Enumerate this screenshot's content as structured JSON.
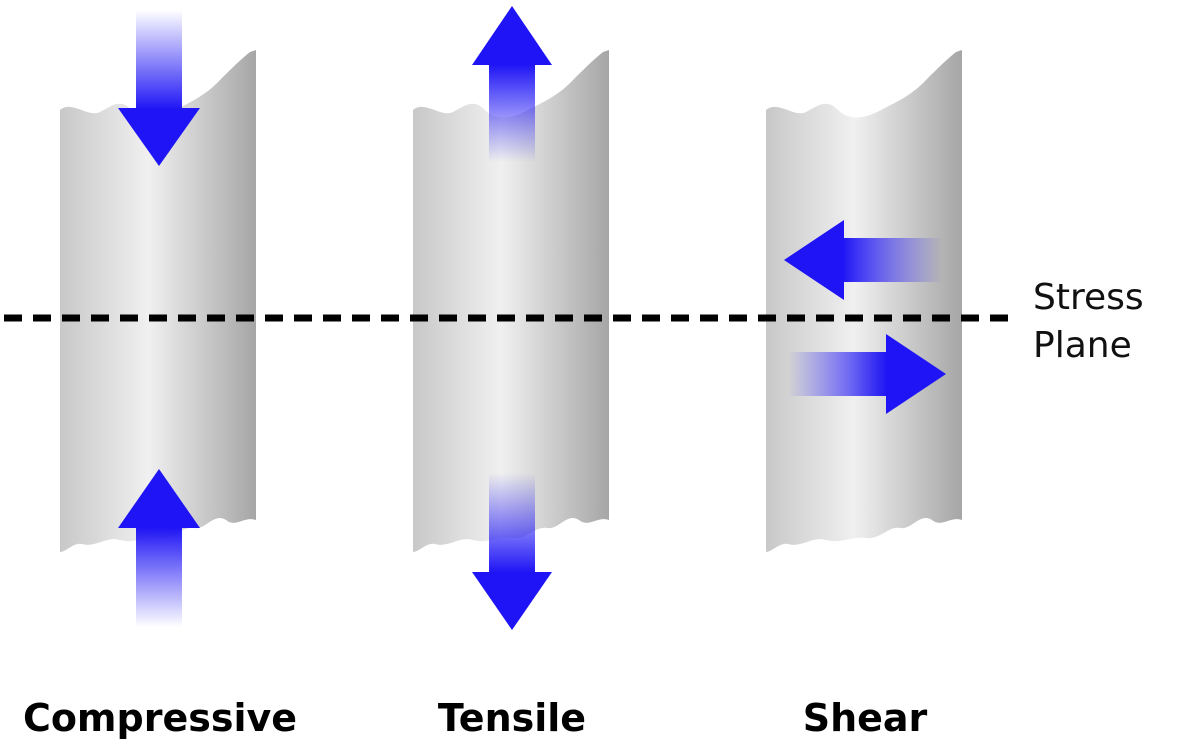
{
  "stress_plane_label": {
    "line1": "Stress",
    "line2": "Plane"
  },
  "captions": {
    "compressive": "Compressive",
    "tensile": "Tensile",
    "shear": "Shear"
  },
  "colors": {
    "arrow": "#1e14f5",
    "cylinder_light": "#f0f0f0",
    "cylinder_dark": "#a6a6a6",
    "dashed_line": "#000000"
  }
}
